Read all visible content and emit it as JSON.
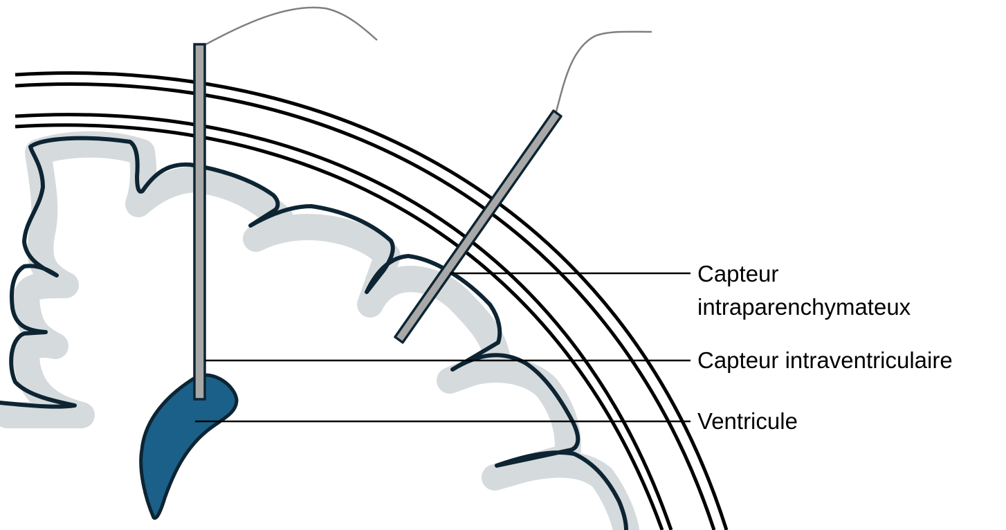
{
  "labels": {
    "intraparenchymal_line1": "Capteur",
    "intraparenchymal_line2": "intraparenchymateux",
    "intraventricular": "Capteur intraventriculaire",
    "ventricle": "Ventricule"
  },
  "colors": {
    "ventricle_fill": "#1b6088",
    "outline": "#0d2433",
    "cortex_shadow": "#d5dadd",
    "sensor_fill": "#a8a8a8",
    "wire": "#7f7f7f",
    "layer_lines": "#000000",
    "leader_lines": "#000000",
    "background": "#ffffff"
  }
}
